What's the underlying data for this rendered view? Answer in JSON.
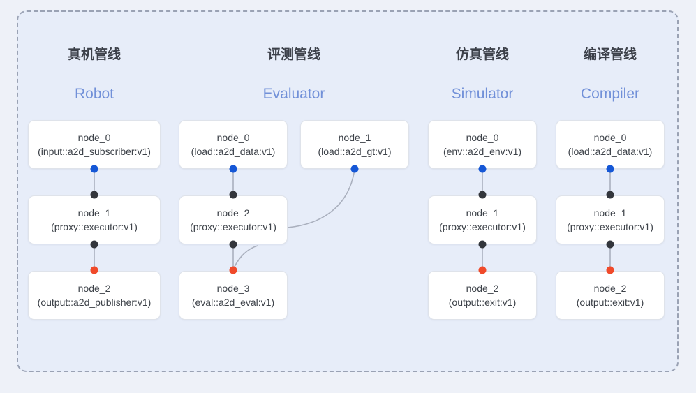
{
  "diagram": {
    "title": "",
    "background_color": "#eef1f8",
    "panel_color": "#e7edf9",
    "frame_border_color": "#9aa2b4",
    "port_colors": {
      "input": "#1557d6",
      "middle": "#33363c",
      "output": "#f04a2a"
    },
    "columns": [
      {
        "id": "robot",
        "title_cn": "真机管线",
        "title_en": "Robot",
        "nodes": [
          {
            "name": "node_0",
            "spec": "(input::a2d_subscriber:v1)"
          },
          {
            "name": "node_1",
            "spec": "(proxy::executor:v1)"
          },
          {
            "name": "node_2",
            "spec": "(output::a2d_publisher:v1)"
          }
        ]
      },
      {
        "id": "evaluator",
        "title_cn": "评测管线",
        "title_en": "Evaluator",
        "nodes": [
          {
            "name": "node_0",
            "spec": "(load::a2d_data:v1)"
          },
          {
            "name": "node_1",
            "spec": "(load::a2d_gt:v1)"
          },
          {
            "name": "node_2",
            "spec": "(proxy::executor:v1)"
          },
          {
            "name": "node_3",
            "spec": "(eval::a2d_eval:v1)"
          }
        ]
      },
      {
        "id": "simulator",
        "title_cn": "仿真管线",
        "title_en": "Simulator",
        "nodes": [
          {
            "name": "node_0",
            "spec": "(env::a2d_env:v1)"
          },
          {
            "name": "node_1",
            "spec": "(proxy::executor:v1)"
          },
          {
            "name": "node_2",
            "spec": "(output::exit:v1)"
          }
        ]
      },
      {
        "id": "compiler",
        "title_cn": "编译管线",
        "title_en": "Compiler",
        "nodes": [
          {
            "name": "node_0",
            "spec": "(load::a2d_data:v1)"
          },
          {
            "name": "node_1",
            "spec": "(proxy::executor:v1)"
          },
          {
            "name": "node_2",
            "spec": "(output::exit:v1)"
          }
        ]
      }
    ]
  }
}
